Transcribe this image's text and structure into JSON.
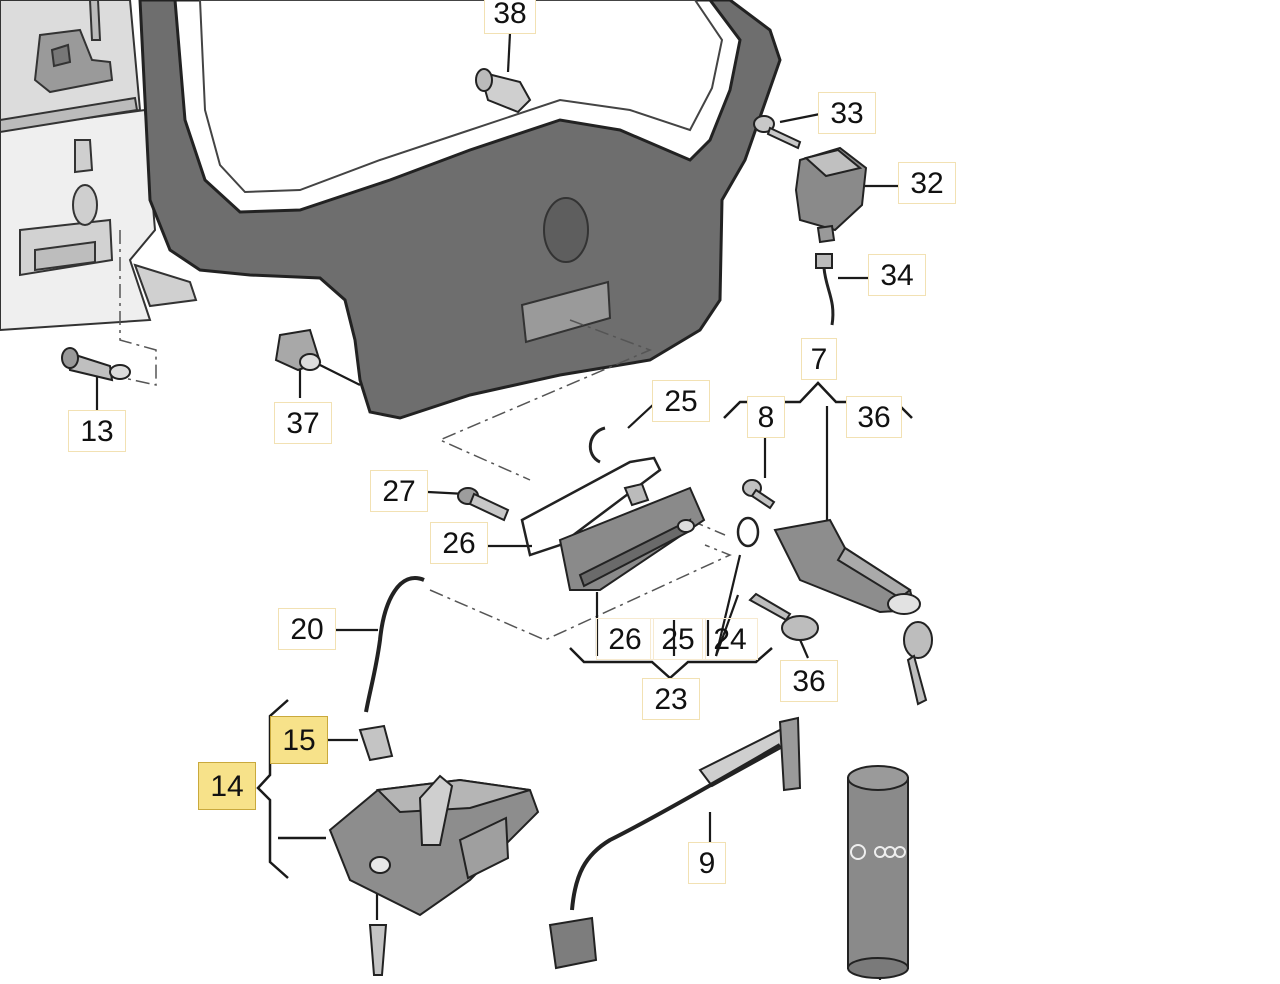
{
  "diagram": {
    "callouts": [
      {
        "id": "38",
        "text": "38"
      },
      {
        "id": "33",
        "text": "33"
      },
      {
        "id": "32",
        "text": "32"
      },
      {
        "id": "34",
        "text": "34"
      },
      {
        "id": "7",
        "text": "7"
      },
      {
        "id": "8",
        "text": "8"
      },
      {
        "id": "36a",
        "text": "36"
      },
      {
        "id": "25a",
        "text": "25"
      },
      {
        "id": "27",
        "text": "27"
      },
      {
        "id": "26a",
        "text": "26"
      },
      {
        "id": "13",
        "text": "13"
      },
      {
        "id": "37",
        "text": "37"
      },
      {
        "id": "20",
        "text": "20"
      },
      {
        "id": "26b",
        "text": "26"
      },
      {
        "id": "25b",
        "text": "25"
      },
      {
        "id": "24",
        "text": "24"
      },
      {
        "id": "23",
        "text": "23"
      },
      {
        "id": "36b",
        "text": "36"
      },
      {
        "id": "15",
        "text": "15"
      },
      {
        "id": "14",
        "text": "14"
      },
      {
        "id": "9",
        "text": "9"
      }
    ],
    "highlighted": [
      "15",
      "14"
    ],
    "colors": {
      "part_fill": "#6e6e6e",
      "part_dark": "#5a5a5a",
      "part_light": "#d9d9d9",
      "highlight": "#f7e28a",
      "label_border": "#f2e1b3",
      "line": "#1a1a1a"
    },
    "icons": {
      "tailgate": "tailgate-panel",
      "lock": "lock-mechanism",
      "cylinder": "lock-cylinder",
      "key": "key-icon",
      "handle": "handle-grip",
      "canister": "grease-canister"
    }
  }
}
